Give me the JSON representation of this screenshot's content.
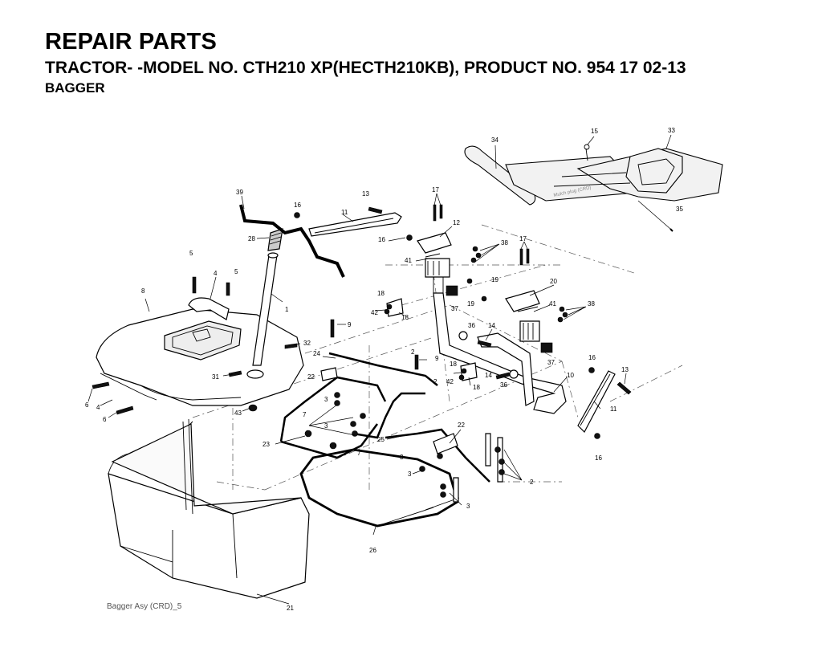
{
  "header": {
    "title": "REPAIR PARTS",
    "subtitle": "TRACTOR- -MODEL NO. CTH210 XP(HECTH210KB), PRODUCT NO. 954 17 02-13",
    "section": "BAGGER"
  },
  "caption": "Bagger Asy (CRD)_5",
  "inset_label": "Mulch plug (CRD)",
  "callouts": [
    "1",
    "2",
    "3",
    "4",
    "5",
    "6",
    "7",
    "8",
    "9",
    "10",
    "11",
    "12",
    "13",
    "14",
    "15",
    "16",
    "17",
    "18",
    "19",
    "20",
    "21",
    "22",
    "23",
    "24",
    "25",
    "26",
    "28",
    "31",
    "32",
    "33",
    "34",
    "35",
    "36",
    "37",
    "38",
    "39",
    "41",
    "42",
    "43"
  ]
}
